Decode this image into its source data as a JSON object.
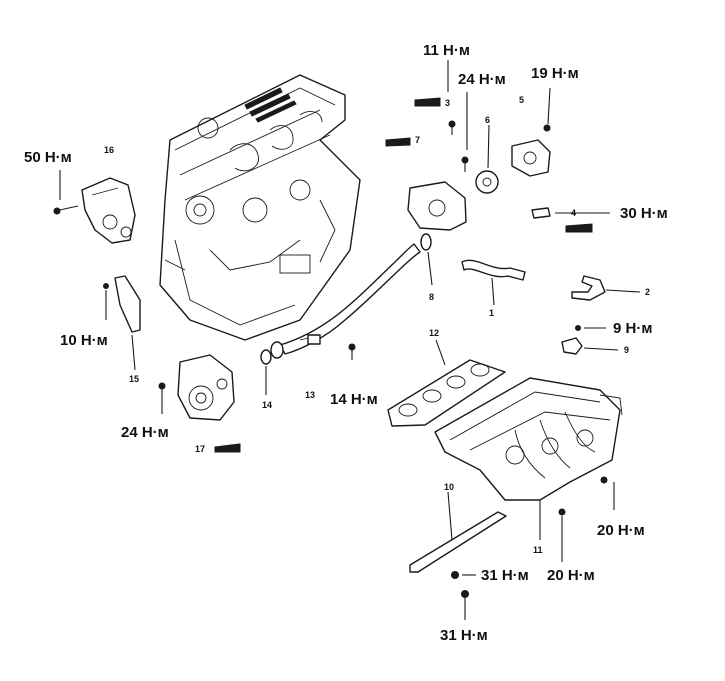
{
  "torque_labels": {
    "t_11": "11 Н·м",
    "t_24a": "24 Н·м",
    "t_19": "19 Н·м",
    "t_50": "50 Н·м",
    "t_30": "30 Н·м",
    "t_9": "9 Н·м",
    "t_10": "10 Н·м",
    "t_14": "14 Н·м",
    "t_24b": "24 Н·м",
    "t_20a": "20 Н·м",
    "t_31a": "31 Н·м",
    "t_20b": "20 Н·м",
    "t_31b": "31 Н·м"
  },
  "callouts": {
    "c1": "1",
    "c2": "2",
    "c3": "3",
    "c4": "4",
    "c5": "5",
    "c6": "6",
    "c7": "7",
    "c8": "8",
    "c9": "9",
    "c10": "10",
    "c11": "11",
    "c12": "12",
    "c13": "13",
    "c14": "14",
    "c15": "15",
    "c16": "16",
    "c17": "17"
  }
}
